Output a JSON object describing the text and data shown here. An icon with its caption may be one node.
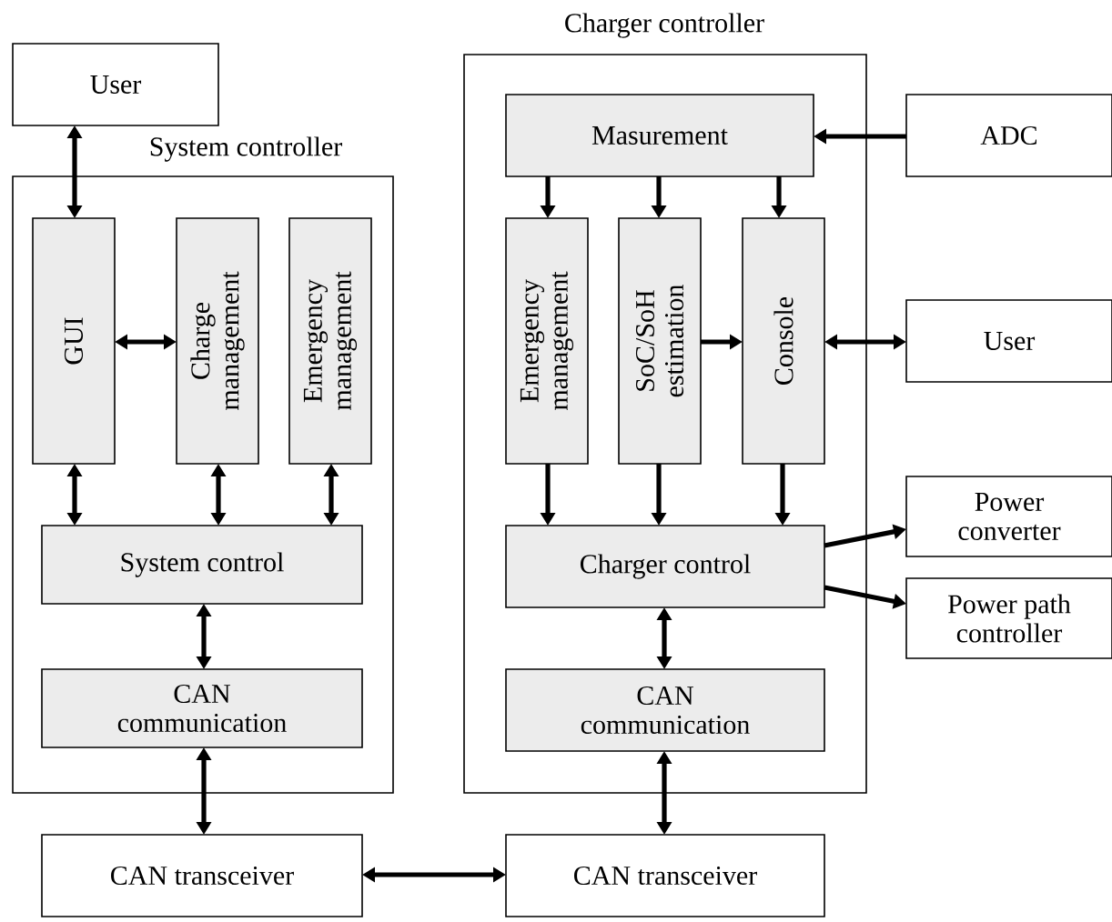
{
  "diagram": {
    "nodes": [
      {
        "text": [
          "User"
        ]
      },
      {
        "text": [
          "System controller"
        ]
      },
      {
        "text": [
          "GUI"
        ],
        "in": 1
      },
      {
        "text": [
          "Charge management"
        ],
        "in": 1
      },
      {
        "text": [
          "Emergency management"
        ],
        "in": 1
      },
      {
        "text": [
          "System control"
        ],
        "in": 1
      },
      {
        "text": [
          "CAN communication"
        ],
        "in": 1
      },
      {
        "text": [
          "CAN transceiver"
        ]
      },
      {
        "text": [
          "Charger controller"
        ]
      },
      {
        "text": [
          "Masurement"
        ],
        "in": 8
      },
      {
        "text": [
          "Emergency management"
        ],
        "in": 8
      },
      {
        "text": [
          "SoC/SoH estimation"
        ],
        "in": 8
      },
      {
        "text": [
          "Console"
        ],
        "in": 8
      },
      {
        "text": [
          "Charger control"
        ],
        "in": 8
      },
      {
        "text": [
          "CAN communication"
        ],
        "in": 8
      },
      {
        "text": [
          "CAN transceiver"
        ]
      },
      {
        "text": [
          "ADC"
        ]
      },
      {
        "text": [
          "User"
        ]
      },
      {
        "text": [
          "Power converter"
        ]
      },
      {
        "text": [
          "Power path controller"
        ]
      }
    ],
    "edges": [
      {
        "from": 0,
        "to": 2,
        "arrow": "both"
      },
      {
        "from": 2,
        "to": 3,
        "arrow": "both"
      },
      {
        "from": 2,
        "to": 5,
        "arrow": "both"
      },
      {
        "from": 3,
        "to": 5,
        "arrow": "both"
      },
      {
        "from": 4,
        "to": 5,
        "arrow": "both"
      },
      {
        "from": 5,
        "to": 6,
        "arrow": "both"
      },
      {
        "from": 6,
        "to": 7,
        "arrow": "both"
      },
      {
        "from": 7,
        "to": 15,
        "arrow": "both"
      },
      {
        "from": 16,
        "to": 9,
        "arrow": "to"
      },
      {
        "from": 9,
        "to": 10,
        "arrow": "to"
      },
      {
        "from": 9,
        "to": 11,
        "arrow": "to"
      },
      {
        "from": 9,
        "to": 12,
        "arrow": "to"
      },
      {
        "from": 11,
        "to": 12,
        "arrow": "to"
      },
      {
        "from": 12,
        "to": 17,
        "arrow": "both"
      },
      {
        "from": 10,
        "to": 13,
        "arrow": "to"
      },
      {
        "from": 11,
        "to": 13,
        "arrow": "to"
      },
      {
        "from": 12,
        "to": 13,
        "arrow": "to"
      },
      {
        "from": 13,
        "to": 18,
        "arrow": "to"
      },
      {
        "from": 13,
        "to": 19,
        "arrow": "to"
      },
      {
        "from": 13,
        "to": 14,
        "arrow": "both"
      },
      {
        "from": 14,
        "to": 15,
        "arrow": "both"
      }
    ]
  }
}
